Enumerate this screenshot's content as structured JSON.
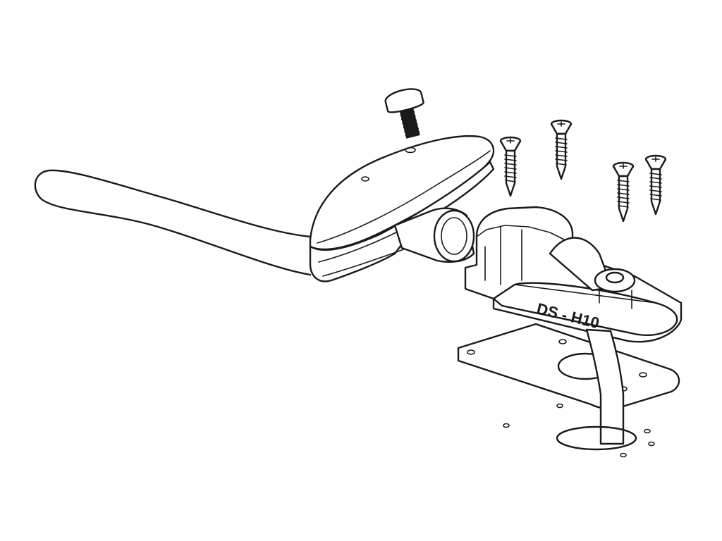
{
  "figure": {
    "model_label": "DS - H10"
  },
  "parts": [
    {
      "id": "tube",
      "icon": "hose-icon"
    },
    {
      "id": "top-cover",
      "icon": "cover-icon"
    },
    {
      "id": "bolt",
      "icon": "bolt-icon"
    },
    {
      "id": "wood-screws",
      "icon": "screw-icon",
      "count_visible": 4
    },
    {
      "id": "base-housing",
      "icon": "housing-icon"
    },
    {
      "id": "mounting-plate",
      "icon": "plate-icon"
    }
  ]
}
